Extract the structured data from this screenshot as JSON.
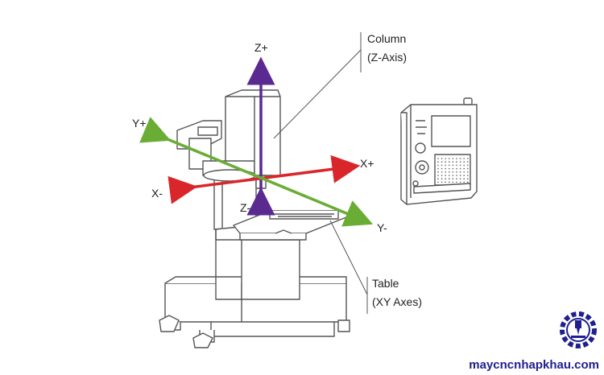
{
  "labels": {
    "column_line1": "Column",
    "column_line2": "(Z-Axis)",
    "table_line1": "Table",
    "table_line2": "(XY Axes)"
  },
  "axes": {
    "z_plus": "Z+",
    "z_minus": "Z-",
    "x_plus": "X+",
    "x_minus": "X-",
    "y_plus": "Y+",
    "y_minus": "Y-"
  },
  "colors": {
    "z_axis": "#5b2a91",
    "x_axis": "#d9262a",
    "y_axis": "#6aad35",
    "outline": "#555555",
    "brand": "#1f1f8f"
  },
  "brand": {
    "text": "maycncnhapkhau.com",
    "logo_icon": "cnc-gear-logo-icon"
  }
}
